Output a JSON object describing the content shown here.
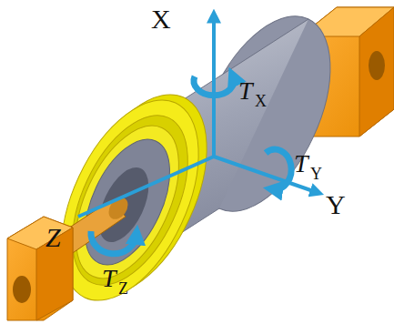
{
  "diagram": {
    "labels": [
      "X",
      "Y",
      "Z",
      "T",
      "X",
      "T",
      "Y",
      "T",
      "Z"
    ]
  }
}
